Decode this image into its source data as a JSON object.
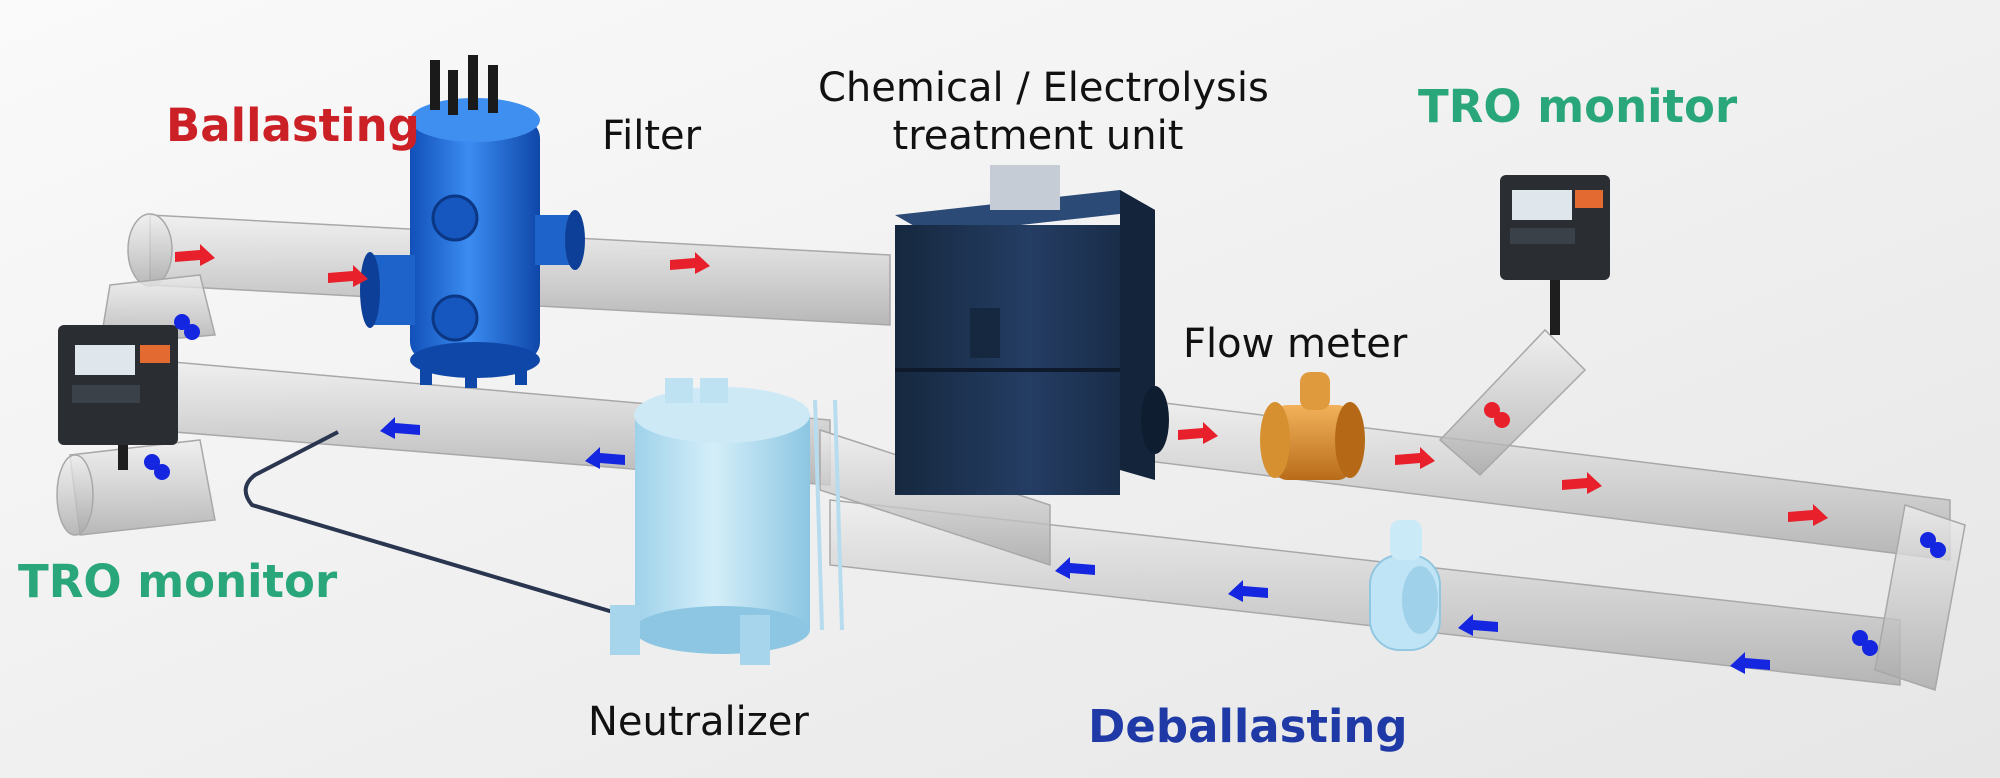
{
  "labels": {
    "ballasting": "Ballasting",
    "filter": "Filter",
    "chemical_line1": "Chemical / Electrolysis",
    "chemical_line2": "treatment unit",
    "tro_monitor_top": "TRO monitor",
    "flow_meter": "Flow meter",
    "tro_monitor_left": "TRO monitor",
    "neutralizer": "Neutralizer",
    "deballasting": "Deballasting"
  },
  "colors": {
    "ballasting": "#cc2027",
    "deballasting": "#1f3aa6",
    "monitor": "#2aa77a",
    "flow_arrow_red": "#e8202c",
    "flow_arrow_blue": "#1426e0",
    "filter_body": "#2070d8",
    "treatment_unit": "#1e3354",
    "flow_meter": "#d98a2c",
    "neutralizer": "#b8dff0",
    "pipe": "#c9c9c9"
  },
  "components": [
    {
      "name": "filter",
      "icon": "filter-vessel"
    },
    {
      "name": "treatment-unit",
      "icon": "treatment-box"
    },
    {
      "name": "flow-meter",
      "icon": "flow-meter"
    },
    {
      "name": "neutralizer",
      "icon": "neutralizer-tank"
    },
    {
      "name": "tro-monitor",
      "icon": "monitor-box",
      "count": 2
    },
    {
      "name": "valve",
      "icon": "valve"
    }
  ]
}
